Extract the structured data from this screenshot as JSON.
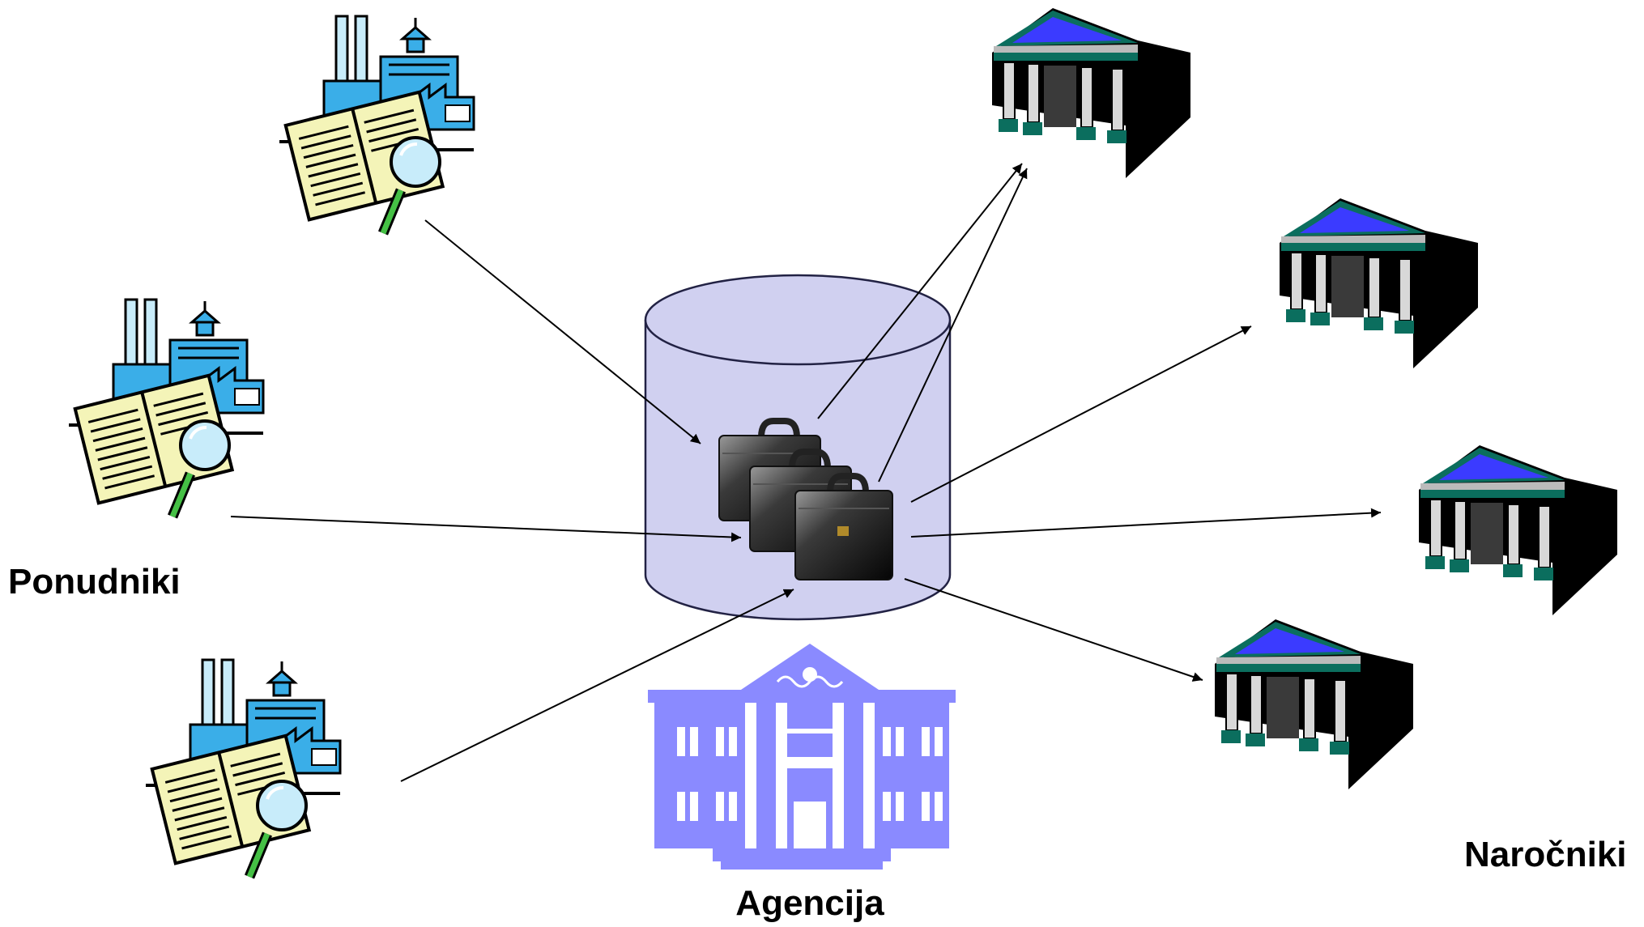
{
  "labels": {
    "suppliers": "Ponudniki",
    "agency": "Agencija",
    "clients": "Naročniki"
  },
  "colors": {
    "cylinder_fill": "#d0d0f0",
    "cylinder_stroke": "#222244",
    "agency_building": "#8a8aff",
    "bank_roof_teal": "#0b6e5e",
    "bank_roof_blue": "#3b3bff",
    "factory_blue": "#3aaee8",
    "book_yellow": "#f4f4b8",
    "lens_green": "#45c045"
  },
  "icons": {
    "supplier": "factory-with-catalog-icon",
    "client": "bank-building-icon",
    "agency": "government-building-icon",
    "repository": "database-cylinder-icon",
    "documents": "briefcase-stack-icon"
  }
}
